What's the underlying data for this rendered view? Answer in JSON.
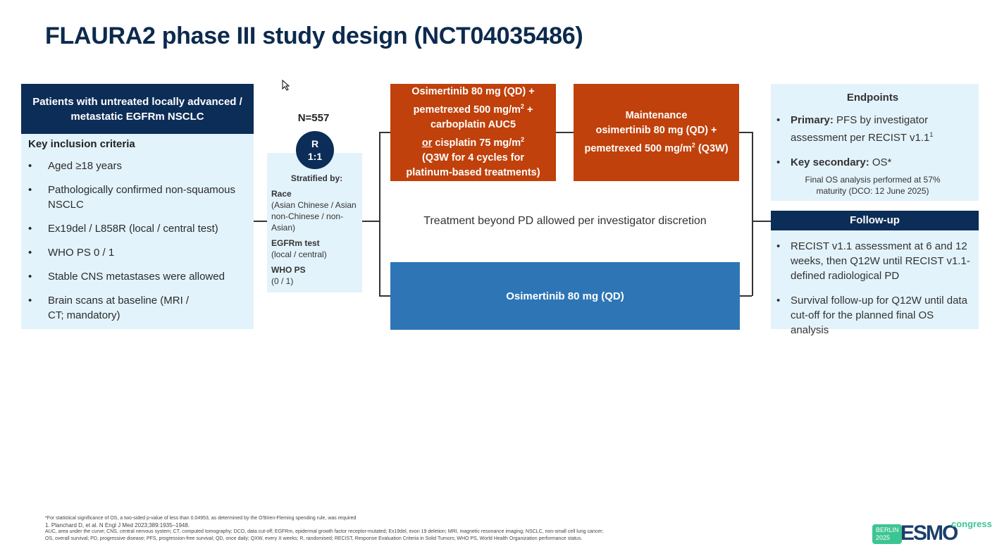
{
  "title": "FLAURA2 phase III study design (NCT04035486)",
  "left": {
    "header": "Patients with untreated locally advanced / metastatic EGFRm NSCLC",
    "subtitle": "Key inclusion criteria",
    "items": [
      "Aged ≥18 years",
      "Pathologically confirmed non-squamous NSCLC",
      "Ex19del / L858R (local / central test)",
      "WHO PS 0 / 1",
      "Stable CNS metastases were allowed",
      "Brain scans at baseline (MRI / CT; mandatory)"
    ]
  },
  "randomisation": {
    "n": "N=557",
    "r": "R",
    "ratio": "1:1",
    "stratified_title": "Stratified by:",
    "factors": [
      {
        "name": "Race",
        "detail": "(Asian Chinese / Asian non-Chinese / non-Asian)"
      },
      {
        "name": "EGFRm test",
        "detail": "(local / central)"
      },
      {
        "name": "WHO PS",
        "detail": "(0 / 1)"
      }
    ]
  },
  "arm1": {
    "line1": "Osimertinib 80 mg (QD) +",
    "line2": "pemetrexed 500 mg/m",
    "line3": "carboplatin AUC5",
    "line4_or": "or",
    "line4": " cisplatin 75 mg/m",
    "line5": "(Q3W for 4 cycles for",
    "line6": "platinum-based treatments)",
    "sup": "2"
  },
  "maintenance": {
    "line1": "Maintenance",
    "line2": "osimertinib 80 mg (QD) +",
    "line3": "pemetrexed 500 mg/m",
    "line3b": " (Q3W)",
    "sup": "2"
  },
  "beyond_pd": "Treatment beyond PD allowed per investigator discretion",
  "arm2": "Osimertinib 80 mg (QD)",
  "endpoints": {
    "title": "Endpoints",
    "primary_label": "Primary:",
    "primary": " PFS by investigator assessment per RECIST v1.1",
    "primary_sup": "1",
    "secondary_label": "Key secondary:",
    "secondary": " OS*",
    "note": "Final OS analysis performed at 57% maturity (DCO: 12 June 2025)"
  },
  "followup": {
    "title": "Follow-up",
    "items": [
      "RECIST v1.1 assessment at 6 and 12 weeks, then Q12W until RECIST v1.1-defined radiological PD",
      "Survival follow-up for Q12W until data cut-off for the planned final OS analysis"
    ]
  },
  "footnotes": [
    "*For statistical significance of OS, a two-sided p-value of less than 0.04953, as determined by the O'Brien-Fleming spending rule, was required",
    "1. Planchard D, et al. N Engl J Med 2023;389:1935–1948.",
    "AUC, area under the curve; CNS, central nervous system; CT, computed tomography; DCO, data cut-off; EGFRm, epidermal growth factor receptor-mutated; Ex19del, exon 19 deletion; MRI, magnetic resonance imaging; NSCLC, non-small cell lung cancer;",
    "OS, overall survival; PD, progressive disease; PFS, progression-free survival; QD, once daily; QXW, every X weeks; R, randomised; RECIST, Response Evaluation Criteria in Solid Tumors; WHO PS, World Health Organization performance status."
  ],
  "logo": {
    "city": "BERLIN",
    "year": "2025",
    "brand": "ESMO",
    "suffix": "congress"
  }
}
